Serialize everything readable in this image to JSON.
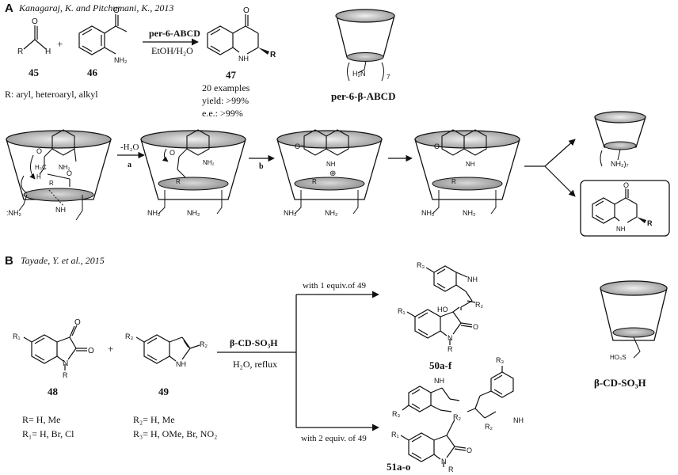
{
  "section_a": {
    "panel_label": "A",
    "citation": "Kanagaraj, K. and Pitchumani, K., 2013",
    "catalyst_condition": "per-6-ABCD",
    "solvent_condition": "EtOH/H₂O",
    "plus": "+",
    "cpd_45": "45",
    "cpd_46": "46",
    "cpd_47": "47",
    "r_def": "R: aryl, heteroaryl, alkyl",
    "examples": "20 examples",
    "yield": "yield: >99%",
    "ee": "e.e.: >99%",
    "catalyst_name": "per-6-β-ABCD",
    "cd_subunit": "H₂N",
    "cd_repeat": "7",
    "cd_repeat_product": "NH₂)₇",
    "step_a_top": "-H₂O",
    "step_a_letter": "a",
    "step_b_letter": "b",
    "amine": "NH₂",
    "amine_left": ":NH₂",
    "nh": "NH",
    "nh2": "NH₂",
    "r": "R",
    "h3c": "H₃C",
    "h": "H",
    "o": "O",
    "n": "N",
    "plus_charge": "⊕",
    "o_minus": "O⁻"
  },
  "section_b": {
    "panel_label": "B",
    "citation": "Tayade, Y. et al., 2015",
    "catalyst_condition": "β-CD-SO₃H",
    "solvent_condition": "H₂O, reflux",
    "plus": "+",
    "cpd_48": "48",
    "cpd_49": "49",
    "r_def_48": "R= H, Me",
    "r1_def": "R₁= H, Br, Cl",
    "r2_def": "R₂= H, Me",
    "r3_def": "R₃= H, OMe, Br, NO₂",
    "route_1": "with  1 equiv.of 49",
    "route_2": "with 2 equiv. of 49",
    "product_1": "50a-f",
    "product_2": "51a-o",
    "catalyst_name": "β-CD-SO₃H",
    "so3h_label": "HO₃S",
    "r1": "R₁",
    "r2": "R₂",
    "r3": "R₃",
    "r": "R",
    "o": "O",
    "n": "N",
    "nh": "NH",
    "ho": "HO"
  }
}
